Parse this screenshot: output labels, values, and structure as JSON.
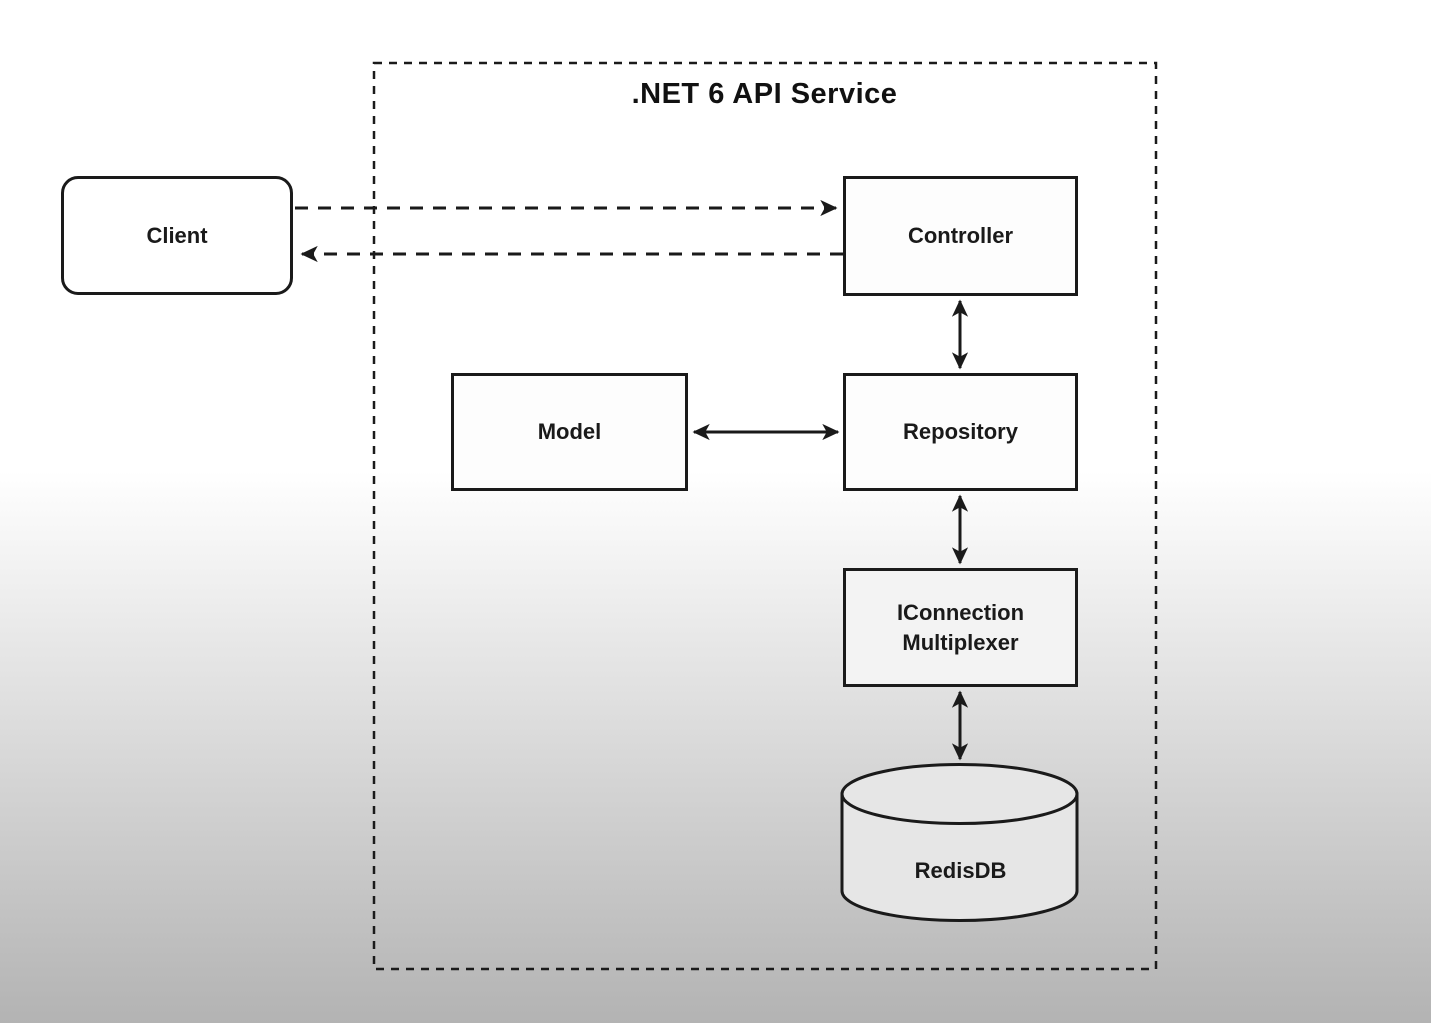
{
  "diagram": {
    "title": ".NET 6 API Service",
    "nodes": {
      "client": {
        "label": "Client",
        "shape": "rounded-rectangle"
      },
      "controller": {
        "label": "Controller",
        "shape": "rectangle"
      },
      "model": {
        "label": "Model",
        "shape": "rectangle"
      },
      "repository": {
        "label": "Repository",
        "shape": "rectangle"
      },
      "multiplexer": {
        "label_line1": "IConnection",
        "label_line2": "Multiplexer",
        "shape": "rectangle"
      },
      "redis": {
        "label": "RedisDB",
        "shape": "cylinder"
      }
    },
    "edges": [
      {
        "from": "client",
        "to": "controller",
        "style": "dashed",
        "arrows": "end"
      },
      {
        "from": "controller",
        "to": "client",
        "style": "dashed",
        "arrows": "end"
      },
      {
        "from": "controller",
        "to": "repository",
        "style": "solid",
        "arrows": "both"
      },
      {
        "from": "model",
        "to": "repository",
        "style": "solid",
        "arrows": "both"
      },
      {
        "from": "repository",
        "to": "multiplexer",
        "style": "solid",
        "arrows": "both"
      },
      {
        "from": "multiplexer",
        "to": "redis",
        "style": "solid",
        "arrows": "both"
      }
    ],
    "colors": {
      "line": "#1a1a1a",
      "node_fill": "#fdfdfd",
      "multiplexer_fill": "#f3f3f3",
      "cylinder_fill": "#e6e6e6",
      "background_top": "#ffffff",
      "background_bottom": "#b3b3b3"
    }
  }
}
